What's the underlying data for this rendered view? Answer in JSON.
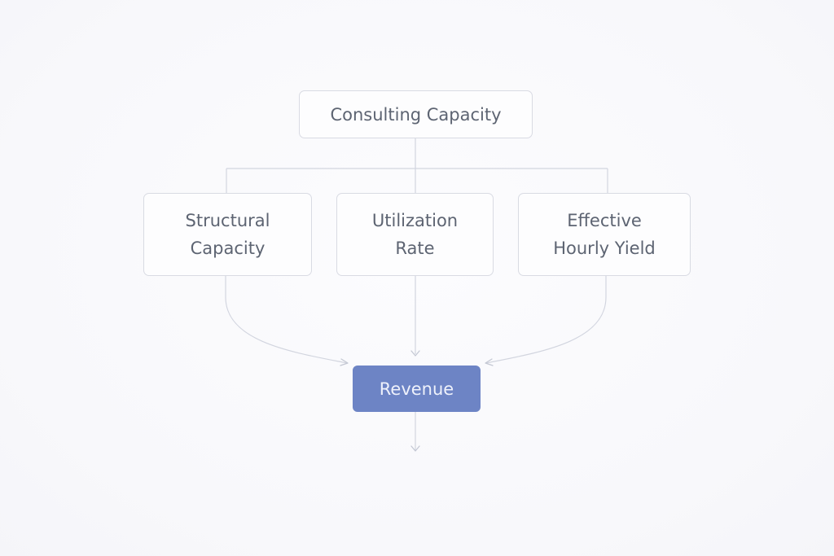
{
  "diagram": {
    "nodes": {
      "root": "Consulting Capacity",
      "structural": "Structural\nCapacity",
      "utilization": "Utilization\nRate",
      "yield": "Effective\nHourly Yield",
      "revenue": "Revenue"
    },
    "edges": [
      {
        "from": "root",
        "to": "structural"
      },
      {
        "from": "root",
        "to": "utilization"
      },
      {
        "from": "root",
        "to": "yield"
      },
      {
        "from": "structural",
        "to": "revenue"
      },
      {
        "from": "utilization",
        "to": "revenue"
      },
      {
        "from": "yield",
        "to": "revenue"
      }
    ],
    "colors": {
      "accent": "#6d84c5",
      "node_border": "#d9dbe3",
      "node_text": "#5d6472",
      "connector": "#d2d5df",
      "arrow": "#c3c7d3"
    }
  }
}
